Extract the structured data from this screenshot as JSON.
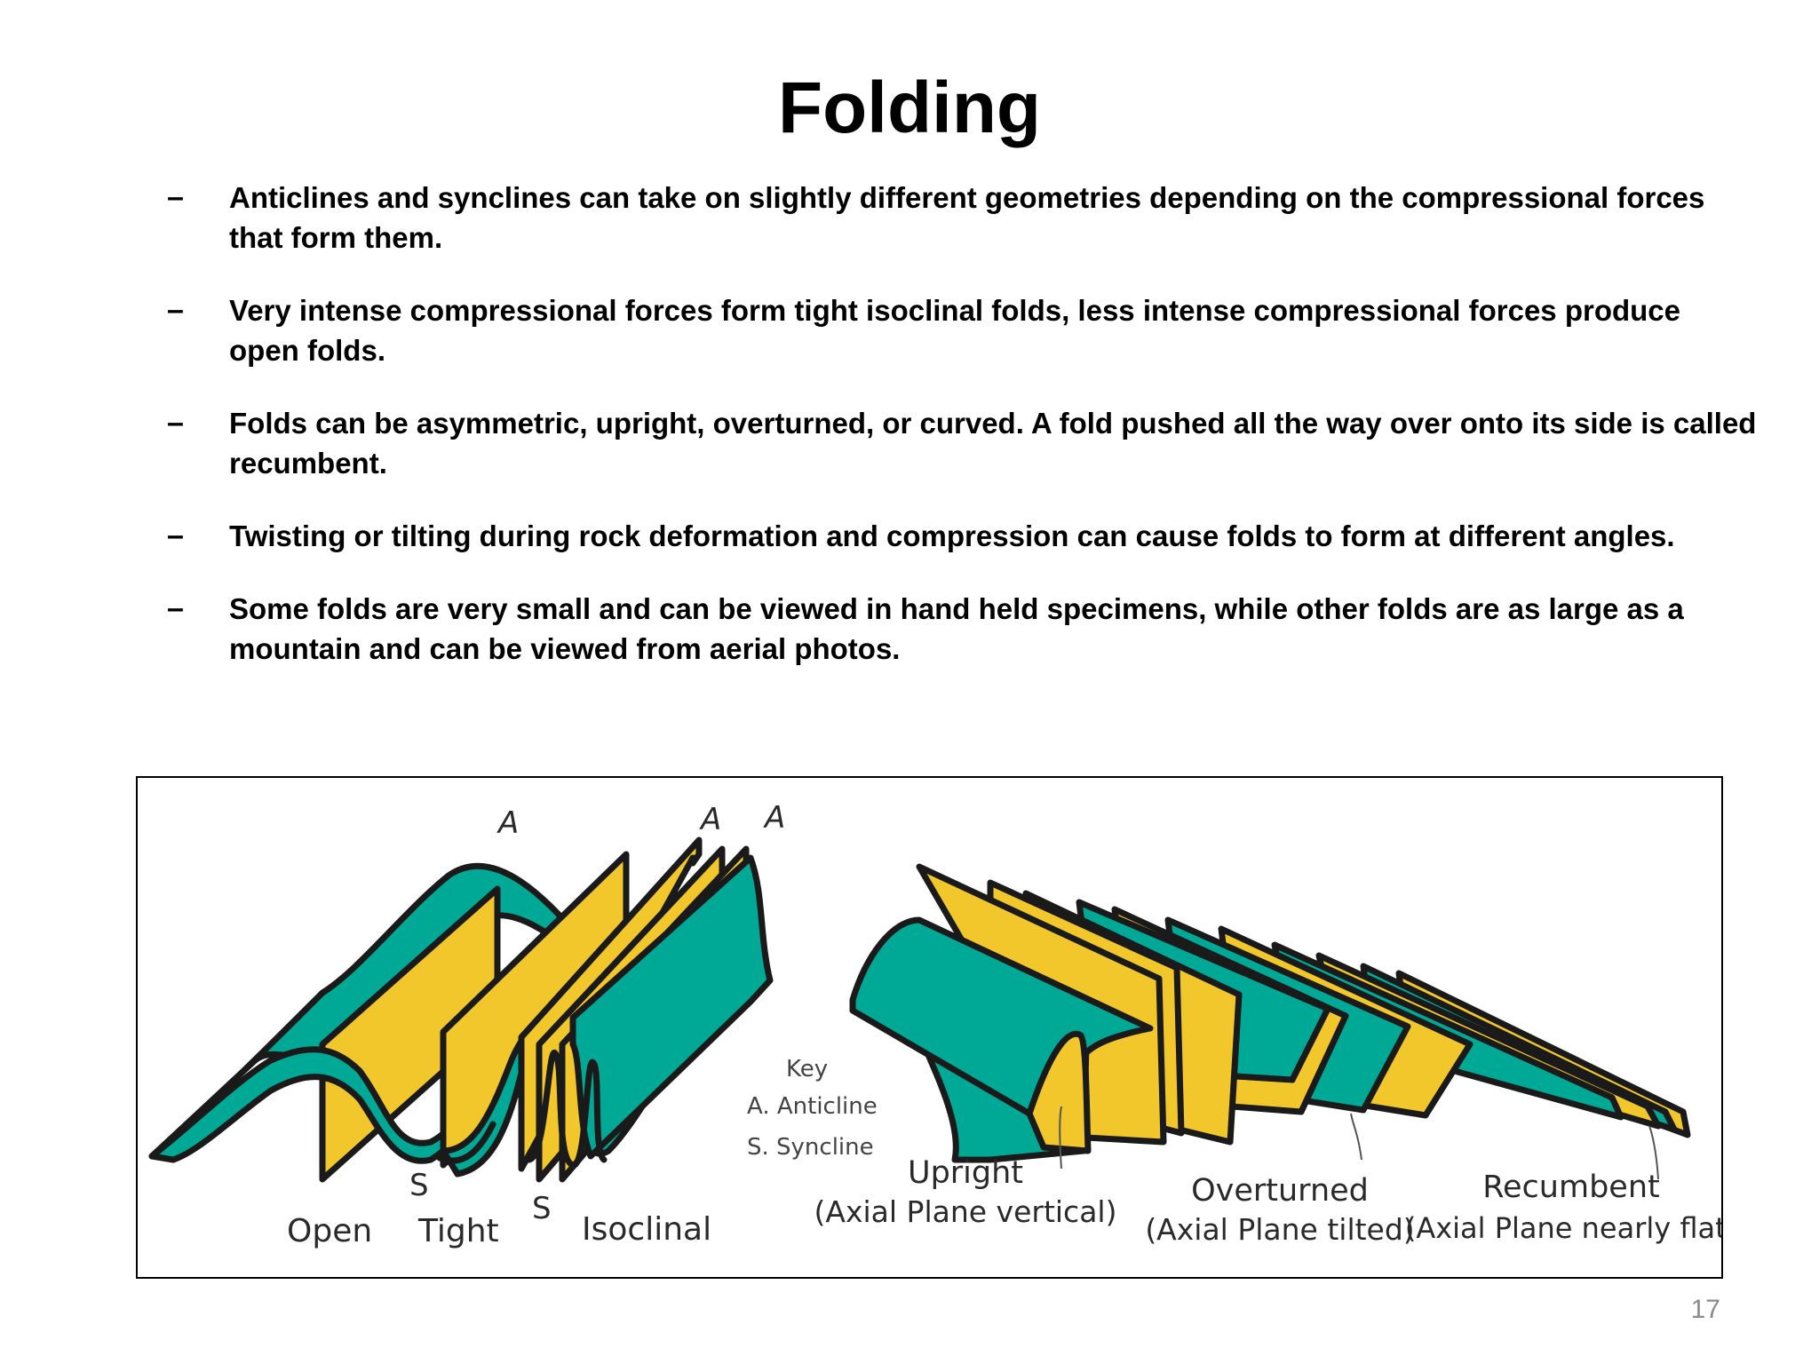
{
  "slide": {
    "title": "Folding",
    "page_number": "17"
  },
  "bullets": [
    {
      "dash": "–",
      "text": "Anticlines and synclines can take on slightly different geometries depending on the compressional forces that form them."
    },
    {
      "dash": "–",
      "text": "Very intense compressional forces form tight isoclinal folds, less intense compressional forces produce open folds."
    },
    {
      "dash": "–",
      "text": "Folds can be asymmetric, upright, overturned, or curved.  A fold pushed all the way over onto its side is called recumbent."
    },
    {
      "dash": "–",
      "text": "Twisting or tilting during rock deformation and compression can cause folds to form at different angles."
    },
    {
      "dash": "–",
      "text": "Some folds are very small and can be viewed in hand held specimens, while other folds are as large as a mountain and can be viewed from aerial photos."
    }
  ],
  "figure": {
    "colors": {
      "teal": "#00a896",
      "yellow": "#f2c72b",
      "outline": "#1a1a1a"
    },
    "left_panel": {
      "marker_a_1": "A",
      "marker_a_2": "A",
      "marker_a_3": "A",
      "marker_s_1": "S",
      "marker_s_2": "S",
      "label_open": "Open",
      "label_tight": "Tight",
      "label_isoclinal": "Isoclinal"
    },
    "key": {
      "title": "Key",
      "anticline": "A. Anticline",
      "syncline": "S. Syncline"
    },
    "right_panel": {
      "upright": "Upright",
      "upright_sub": "(Axial Plane vertical)",
      "overturned": "Overturned",
      "overturned_sub": "(Axial Plane tilted)",
      "recumbent": "Recumbent",
      "recumbent_sub": "(Axial Plane nearly flat)"
    }
  }
}
